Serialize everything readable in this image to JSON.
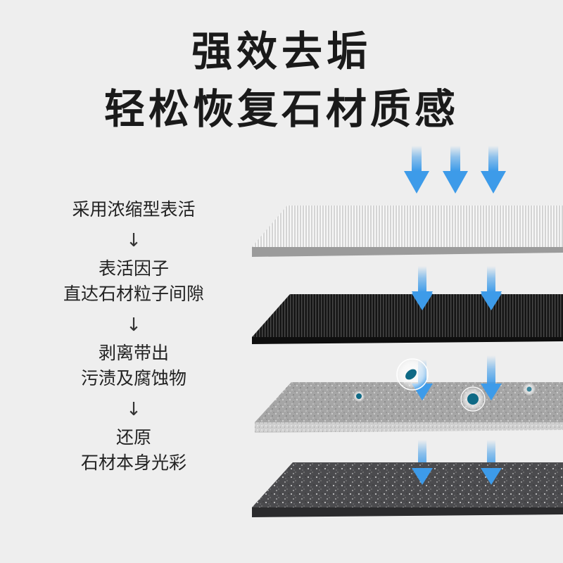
{
  "headline": {
    "line1": "强效去垢",
    "line2": "轻松恢复石材质感"
  },
  "steps": [
    {
      "lines": [
        "采用浓缩型表活"
      ]
    },
    {
      "lines": [
        "表活因子",
        "直达石材粒子间隙"
      ]
    },
    {
      "lines": [
        "剥离带出",
        "污渍及腐蚀物"
      ]
    },
    {
      "lines": [
        "还原",
        "石材本身光彩"
      ]
    }
  ],
  "step_arrow": "↓",
  "icons": {
    "flow_arrow": "down-arrow-icon",
    "dirt_particle": "dirt-particle-icon"
  },
  "colors": {
    "background": "#eeeeee",
    "text": "#1a1a1a",
    "arrow_blue": "#3d9be9",
    "layer_light": "#c9c9c9",
    "layer_dark": "#1b1b1b",
    "layer_gray": "#9a9a9a",
    "layer_stone": "#4a4a4c"
  }
}
